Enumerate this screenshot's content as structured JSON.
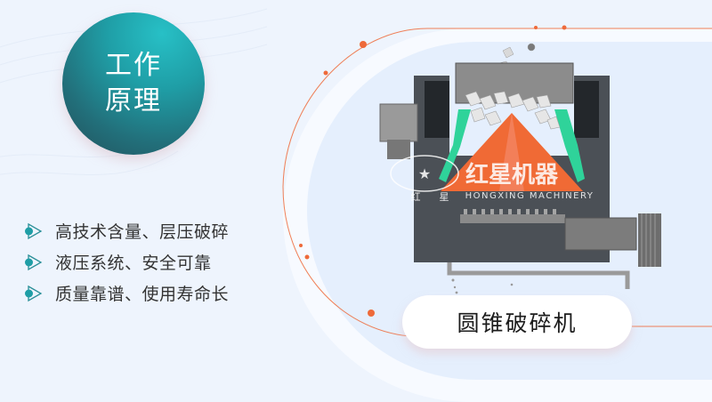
{
  "badge": {
    "line1": "工作",
    "line2": "原理",
    "gradient_colors": [
      "#27c0c6",
      "#23505a"
    ]
  },
  "features": [
    {
      "text": "高技术含量、层压破碎",
      "icon": "triangle-arrow-bullet-icon"
    },
    {
      "text": "液压系统、安全可靠",
      "icon": "triangle-arrow-bullet-icon"
    },
    {
      "text": "质量靠谱、使用寿命长",
      "icon": "triangle-arrow-bullet-icon"
    }
  ],
  "machine": {
    "watermark_cn": "红星机器",
    "watermark_en": "HONGXING MACHINERY",
    "watermark_small_left": "红",
    "watermark_small_right": "星",
    "colors": {
      "cone": "#f06a35",
      "liner": "#2fd39a",
      "body": "#4a4f55"
    }
  },
  "label": {
    "text": "圆锥破碎机"
  },
  "colors": {
    "accent": "#ee6a3a",
    "teal": "#1f9ea6",
    "background": "#eef4fd"
  }
}
